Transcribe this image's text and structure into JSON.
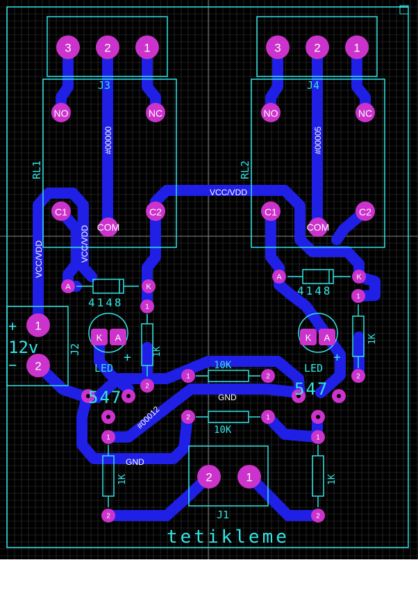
{
  "colors": {
    "background": "#000000",
    "grid_minor": "#3a3a3a",
    "grid_major": "#8a8a8a",
    "track": "#1f1fe6",
    "pad": "#cc33cc",
    "silkscreen": "#33e6e6",
    "text": "#ffffff"
  },
  "j3": {
    "ref": "J3",
    "pins": [
      "3",
      "2",
      "1"
    ]
  },
  "j4": {
    "ref": "J4",
    "pins": [
      "3",
      "2",
      "1"
    ]
  },
  "rl1": {
    "ref": "RL1",
    "no": "NO",
    "nc": "NC",
    "c1": "C1",
    "c2": "C2",
    "com": "COM",
    "net": "#00000"
  },
  "rl2": {
    "ref": "RL2",
    "no": "NO",
    "nc": "NC",
    "c1": "C1",
    "c2": "C2",
    "com": "COM",
    "net": "#00005"
  },
  "nets": {
    "vcc_top": "VCC/VDD",
    "vcc_left1": "VCC/VDD",
    "vcc_left2": "VCC/VDD",
    "gnd_mid": "GND",
    "gnd_low": "GND",
    "n12": "#00012"
  },
  "diode_left": {
    "value": "4148",
    "a": "A",
    "k": "K"
  },
  "diode_right": {
    "value": "4148",
    "a": "A",
    "k": "K"
  },
  "led_left": {
    "label": "LED",
    "k": "K",
    "a": "A",
    "plus": "+"
  },
  "led_right": {
    "label": "LED",
    "k": "K",
    "a": "A",
    "plus": "+"
  },
  "j2": {
    "ref": "J2",
    "plus": "+",
    "minus": "−",
    "voltage": "12v",
    "pins": [
      "1",
      "2"
    ]
  },
  "res_1k_left_top": {
    "value": "1K",
    "pins": [
      "1",
      "2"
    ]
  },
  "res_1k_right_top": {
    "value": "1K",
    "pins": [
      "1",
      "2"
    ]
  },
  "res_1k_left_bottom": {
    "value": "1K",
    "pins": [
      "1",
      "2"
    ]
  },
  "res_1k_right_bottom": {
    "value": "1K",
    "pins": [
      "1",
      "2"
    ]
  },
  "res_10k_top": {
    "value": "10K",
    "pins": [
      "1",
      "2"
    ]
  },
  "res_10k_bottom": {
    "value": "10K",
    "pins": [
      "2",
      "1"
    ]
  },
  "q_left": {
    "value": "547"
  },
  "q_right": {
    "value": "547"
  },
  "j1": {
    "ref": "J1",
    "pins": [
      "2",
      "1"
    ]
  },
  "title": "tetikleme"
}
